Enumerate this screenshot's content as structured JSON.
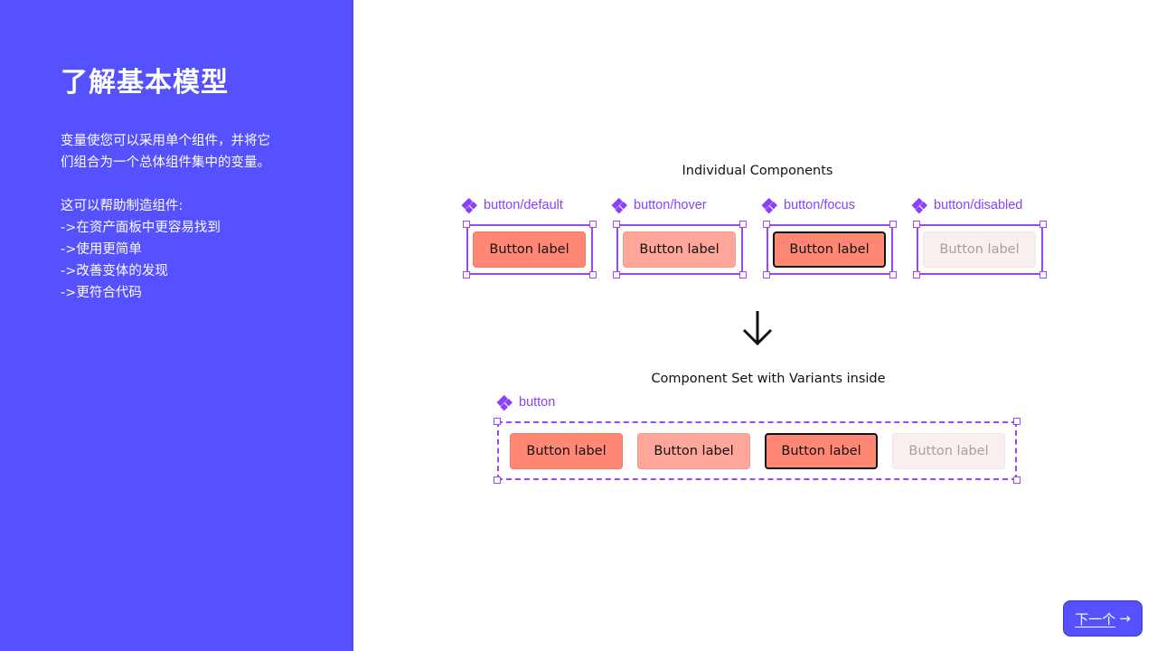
{
  "sidebar": {
    "title": "了解基本模型",
    "intro": [
      "变量使您可以采用单个组件，并将它",
      "们组合为一个总体组件集中的变量。"
    ],
    "benefits_heading": "这可以帮助制造组件:",
    "benefits": [
      "->在资产面板中更容易找到",
      "->使用更简单",
      "->改善变体的发现",
      "->更符合代码"
    ]
  },
  "individual": {
    "heading": "Individual Components",
    "components": [
      {
        "name": "button/default",
        "label": "Button label",
        "state": "default"
      },
      {
        "name": "button/hover",
        "label": "Button label",
        "state": "hover"
      },
      {
        "name": "button/focus",
        "label": "Button label",
        "state": "focus"
      },
      {
        "name": "button/disabled",
        "label": "Button label",
        "state": "disabled"
      }
    ]
  },
  "arrow_icon": "arrow-down-icon",
  "component_set": {
    "heading": "Component Set with Variants inside",
    "name": "button",
    "variants": [
      "Button label",
      "Button label",
      "Button label",
      "Button label"
    ]
  },
  "navigation": {
    "next_label": "下一个",
    "next_arrow": "→"
  },
  "colors": {
    "accent": "#5551ff",
    "component_purple": "#9747ff",
    "button_default": "#ff8774",
    "button_hover": "#ffa69a",
    "button_disabled": "#f9efee"
  }
}
